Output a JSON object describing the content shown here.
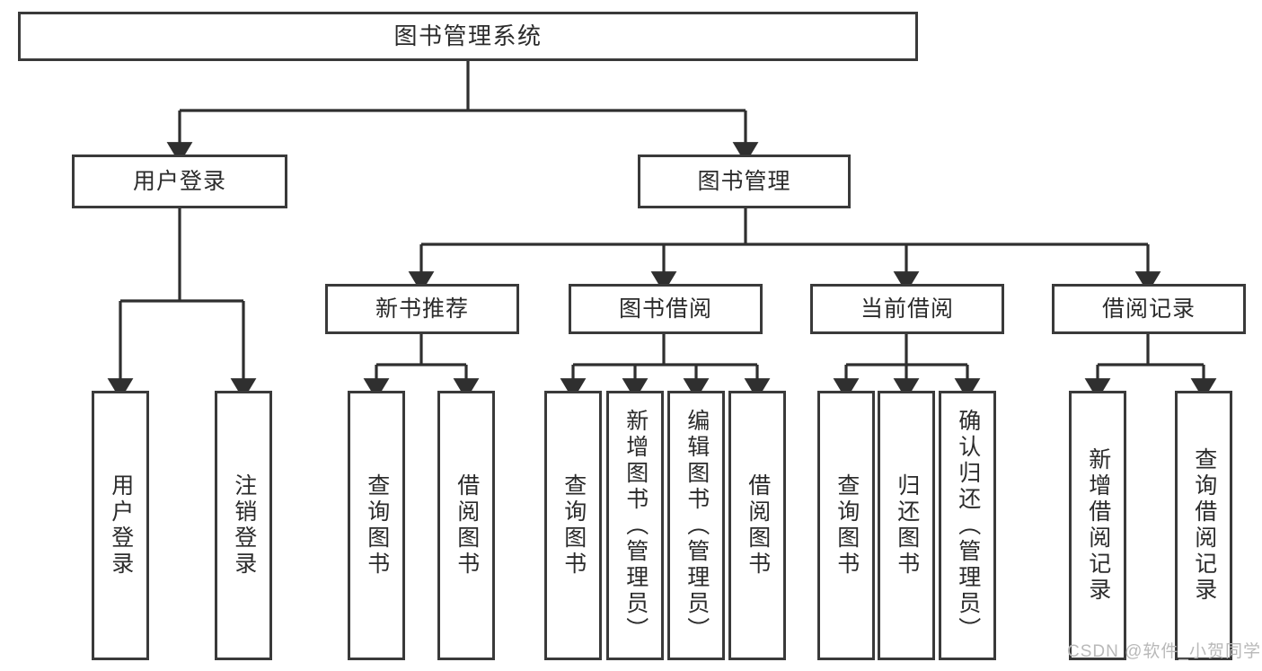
{
  "diagram": {
    "title": "图书管理系统",
    "type": "hierarchy-tree",
    "root": {
      "id": "root",
      "label": "图书管理系统"
    },
    "level2": [
      {
        "id": "user-login",
        "label": "用户登录"
      },
      {
        "id": "book-manage",
        "label": "图书管理"
      }
    ],
    "level3": [
      {
        "id": "new-book-rec",
        "label": "新书推荐"
      },
      {
        "id": "book-borrow",
        "label": "图书借阅"
      },
      {
        "id": "current-borrow",
        "label": "当前借阅"
      },
      {
        "id": "borrow-record",
        "label": "借阅记录"
      }
    ],
    "leaves": {
      "user_login": [
        {
          "id": "leaf-user-login",
          "label": "用户登录"
        },
        {
          "id": "leaf-logout-login",
          "label": "注销登录"
        }
      ],
      "new_book_rec": [
        {
          "id": "leaf-query-book-1",
          "label": "查询图书"
        },
        {
          "id": "leaf-borrow-book-1",
          "label": "借阅图书"
        }
      ],
      "book_borrow": [
        {
          "id": "leaf-query-book-2",
          "label": "查询图书"
        },
        {
          "id": "leaf-add-book",
          "label": "新增图书（管理员）"
        },
        {
          "id": "leaf-edit-book",
          "label": "编辑图书（管理员）"
        },
        {
          "id": "leaf-borrow-book-2",
          "label": "借阅图书"
        }
      ],
      "current_borrow": [
        {
          "id": "leaf-query-book-3",
          "label": "查询图书"
        },
        {
          "id": "leaf-return-book",
          "label": "归还图书"
        },
        {
          "id": "leaf-confirm-return",
          "label": "确认归还（管理员）"
        }
      ],
      "borrow_record": [
        {
          "id": "leaf-add-record",
          "label": "新增借阅记录"
        },
        {
          "id": "leaf-query-record",
          "label": "查询借阅记录"
        }
      ]
    }
  },
  "watermark": {
    "text": "CSDN @软件_小贺同学"
  },
  "colors": {
    "border": "#3a3a3a",
    "text": "#2b2b2b",
    "background": "#ffffff",
    "connector": "#2f2f2f",
    "watermark": "#b9b9b9"
  }
}
